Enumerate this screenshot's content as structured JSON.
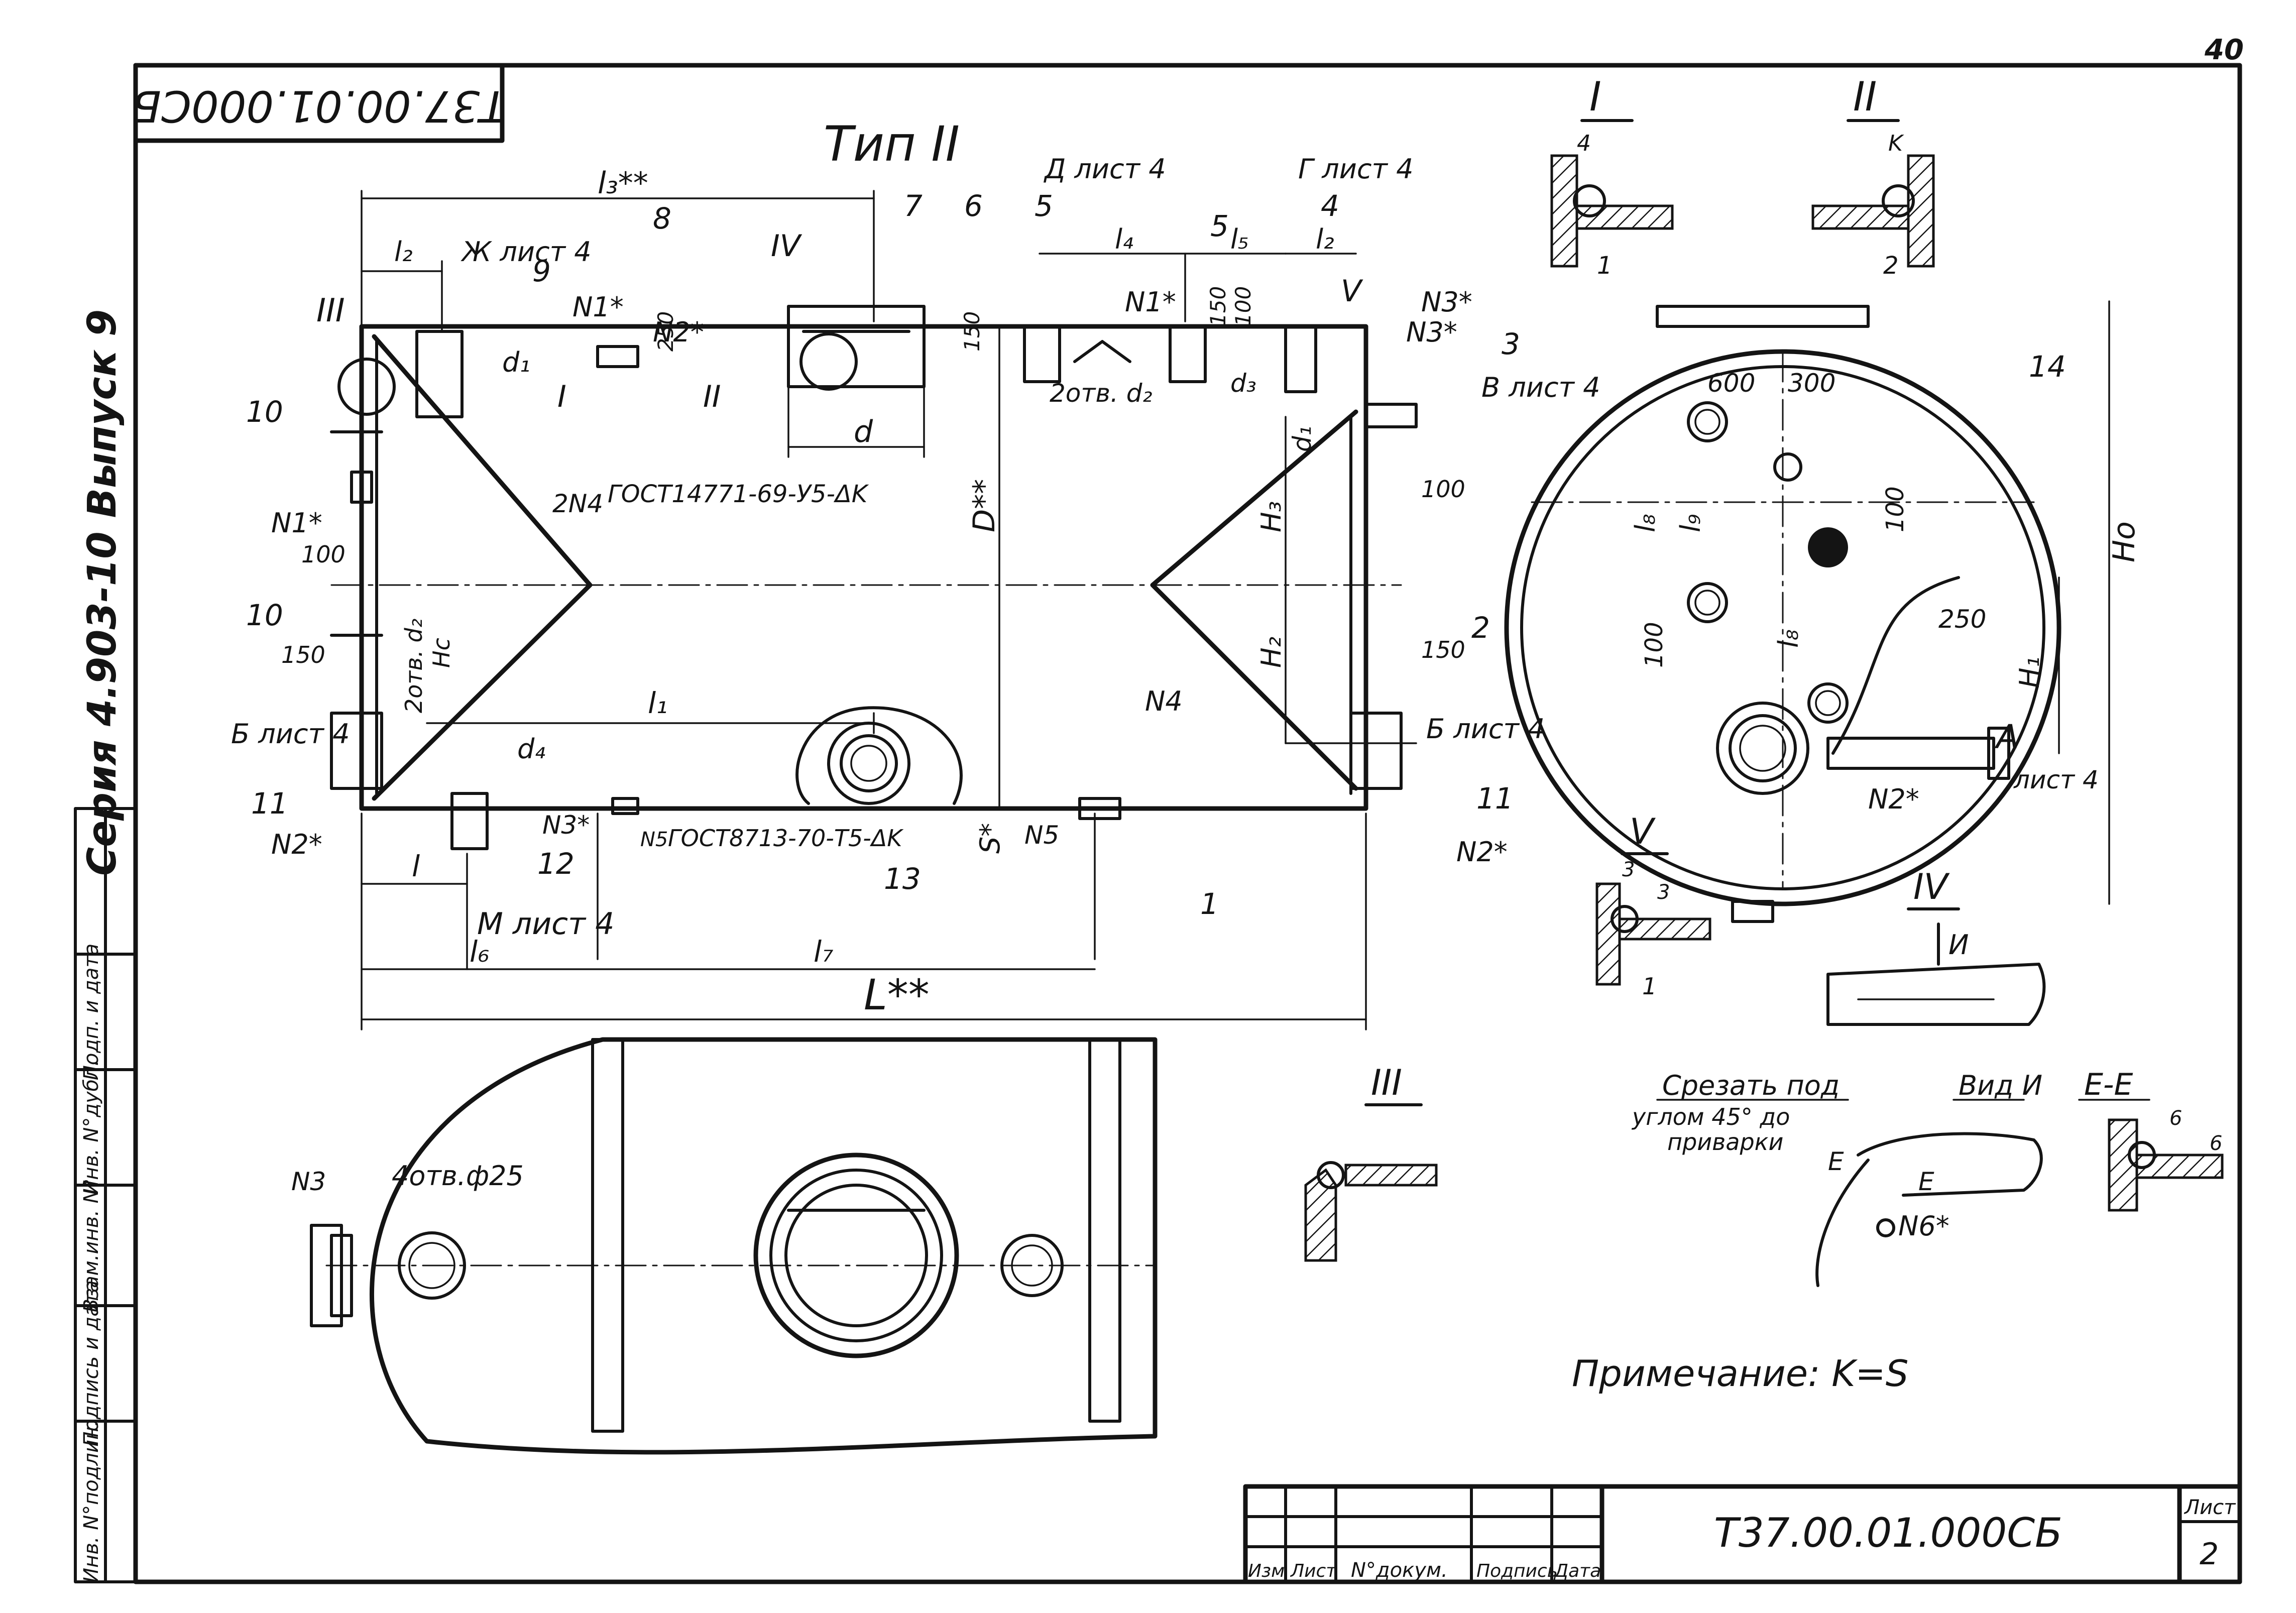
{
  "stamp_top": "Т37.00.01.000СБ",
  "sheet_corner_mark": "40",
  "series": "Серия 4.903-10 Выпуск 9",
  "type_title": "Тип II",
  "views": {
    "d_ref": "Д лист 4",
    "g_ref": "Г лист 4",
    "zh_ref": "Ж лист 4",
    "v_ref": "В лист 4",
    "b_ref_left": "Б лист 4",
    "b_ref_right": "Б лист 4",
    "m_ref": "М лист 4",
    "a_ref": "А",
    "a_sheet": "лист 4"
  },
  "dimensions": {
    "l3": "l₃**",
    "l2_left": "l₂",
    "l2_right": "l₂",
    "l4": "l₄",
    "l5": "l₅",
    "d": "d",
    "d1": "d₁",
    "d1_right": "d₁",
    "d3": "d₃",
    "d4": "d₄",
    "holes_d2_top": "2отв. d₂",
    "holes_d2_left": "2отв. d₂",
    "D": "D**",
    "H3": "H₃",
    "H2": "H₂",
    "Hc": "Hc",
    "l1": "l₁",
    "l": "l",
    "l6": "l₆",
    "l7": "l₇",
    "L": "L**",
    "S": "S*",
    "v150": "150",
    "v100": "100",
    "v100b": "100",
    "v150b": "150",
    "v100c": "100",
    "v250": "250",
    "v150c": "150",
    "c600": "600",
    "c300": "300",
    "c100": "100",
    "c100b": "100",
    "c250": "250",
    "Ho": "Ho",
    "H1": "H₁",
    "l8": "l₈",
    "l9": "l₉",
    "l8b": "l₈",
    "holes_25": "4отв.ф25"
  },
  "positions": [
    "1",
    "2",
    "3",
    "4",
    "5",
    "6",
    "7",
    "8",
    "9",
    "10",
    "10",
    "11",
    "11",
    "12",
    "13",
    "14",
    "5",
    "4"
  ],
  "welds": {
    "n1_a": "N1*",
    "n1_b": "N1*",
    "n1_c": "N1*",
    "n2_a": "N2*",
    "n2_b": "N2*",
    "n2_c": "N2*",
    "n2_d": "N2*",
    "n3_a": "N3*",
    "n3_b": "N3*",
    "n3_c": "N3*",
    "n3_d": "N3",
    "n4_a": "2N4",
    "n4_b": "N4",
    "n5": "N5",
    "n5_b": "N5",
    "n6": "N6*",
    "gost_a": "ГОСТ14771-69-У5-ΔK",
    "gost_b": "ГОСТ8713-70-Т5-ΔK"
  },
  "details": {
    "I": "I",
    "II": "II",
    "III": "III",
    "IV": "IV",
    "V": "V",
    "I_dim": "4",
    "I_pos": "1",
    "II_dim": "K",
    "II_pos": "2",
    "V_dim": "3",
    "V_dim2": "3",
    "V_pos": "1",
    "vid_I": "Вид И",
    "arrow_I": "И",
    "section_EE": "Е-Е",
    "EE_dim": "6",
    "EE_dim2": "6",
    "cut_note_1": "Срезать под",
    "cut_note_2": "углом 45° до",
    "cut_note_3": "приварки",
    "E": "Е"
  },
  "note": "Примечание: K=S",
  "title_block": {
    "col_izm": "Изм",
    "col_list": "Лист",
    "col_doc": "N°докум.",
    "col_sign": "Подпись",
    "col_date": "Дата",
    "designation": "Т37.00.01.000СБ",
    "sheet_label": "Лист",
    "sheet_no": "2"
  },
  "left_strip": [
    "Инв. N°подлин.",
    "Подпись и дата",
    "Взам.инв. N°",
    "Инв. N°дубл.",
    "Подп. и дата"
  ]
}
